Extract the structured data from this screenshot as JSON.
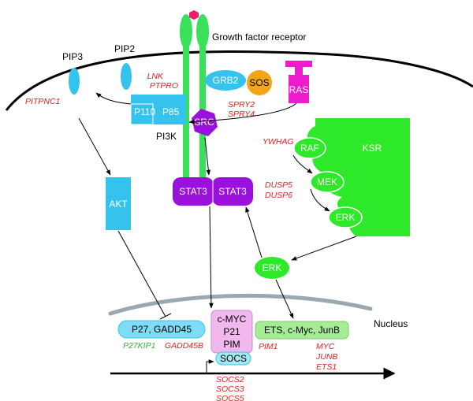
{
  "labels": {
    "growth_factor_receptor": "Growth factor receptor",
    "pip3": "PIP3",
    "pip2": "PIP2",
    "p110": "P110",
    "p85": "P85",
    "pi3k": "PI3K",
    "grb2": "GRB2",
    "sos": "SOS",
    "ras": "RAS",
    "src": "SRC",
    "ksr": "KSR",
    "raf": "RAF",
    "mek": "MEK",
    "erk_inner": "ERK",
    "erk_free": "ERK",
    "akt": "AKT",
    "stat3_left": "STAT3",
    "stat3_right": "STAT3",
    "nucleus": "Nucleus",
    "p27_gadd45": "P27, GADD45",
    "cmyc": "c-MYC",
    "p21": "P21",
    "pim": "PIM",
    "ets_box": "ETS, c-Myc, JunB",
    "socs": "SOCS"
  },
  "regulators": {
    "lnk": "LNK",
    "ptpro": "PTPRO",
    "pitpnc1": "PITPNC1",
    "spry2": "SPRY2",
    "spry4": "SPRY4",
    "ywhag": "YWHAG",
    "dusp5": "DUSP5",
    "dusp6": "DUSP6",
    "p27kip1": "P27KIP1",
    "gadd45b": "GADD45B",
    "pim1": "PIM1",
    "myc": "MYC",
    "junb": "JUNB",
    "ets1": "ETS1",
    "socs2": "SOCS2",
    "socs3": "SOCS3",
    "socs5": "SOCS5"
  },
  "colors": {
    "receptor_green": "#3be05a",
    "ksr_green": "#2ee82a",
    "cyan": "#35c3ee",
    "magenta": "#ee1ccc",
    "purple": "#9a10dc",
    "orange": "#f2a516",
    "regulator_red": "#e0201f",
    "regulator_green": "#35b234",
    "nucleus_gray": "#9aa8b0",
    "stat_target_pink": "#f2b8ee",
    "ets_box_green": "#a6ec96",
    "p27_box_cyan": "#7fdcf6",
    "socs_box_cyan": "#a6e8f2"
  }
}
